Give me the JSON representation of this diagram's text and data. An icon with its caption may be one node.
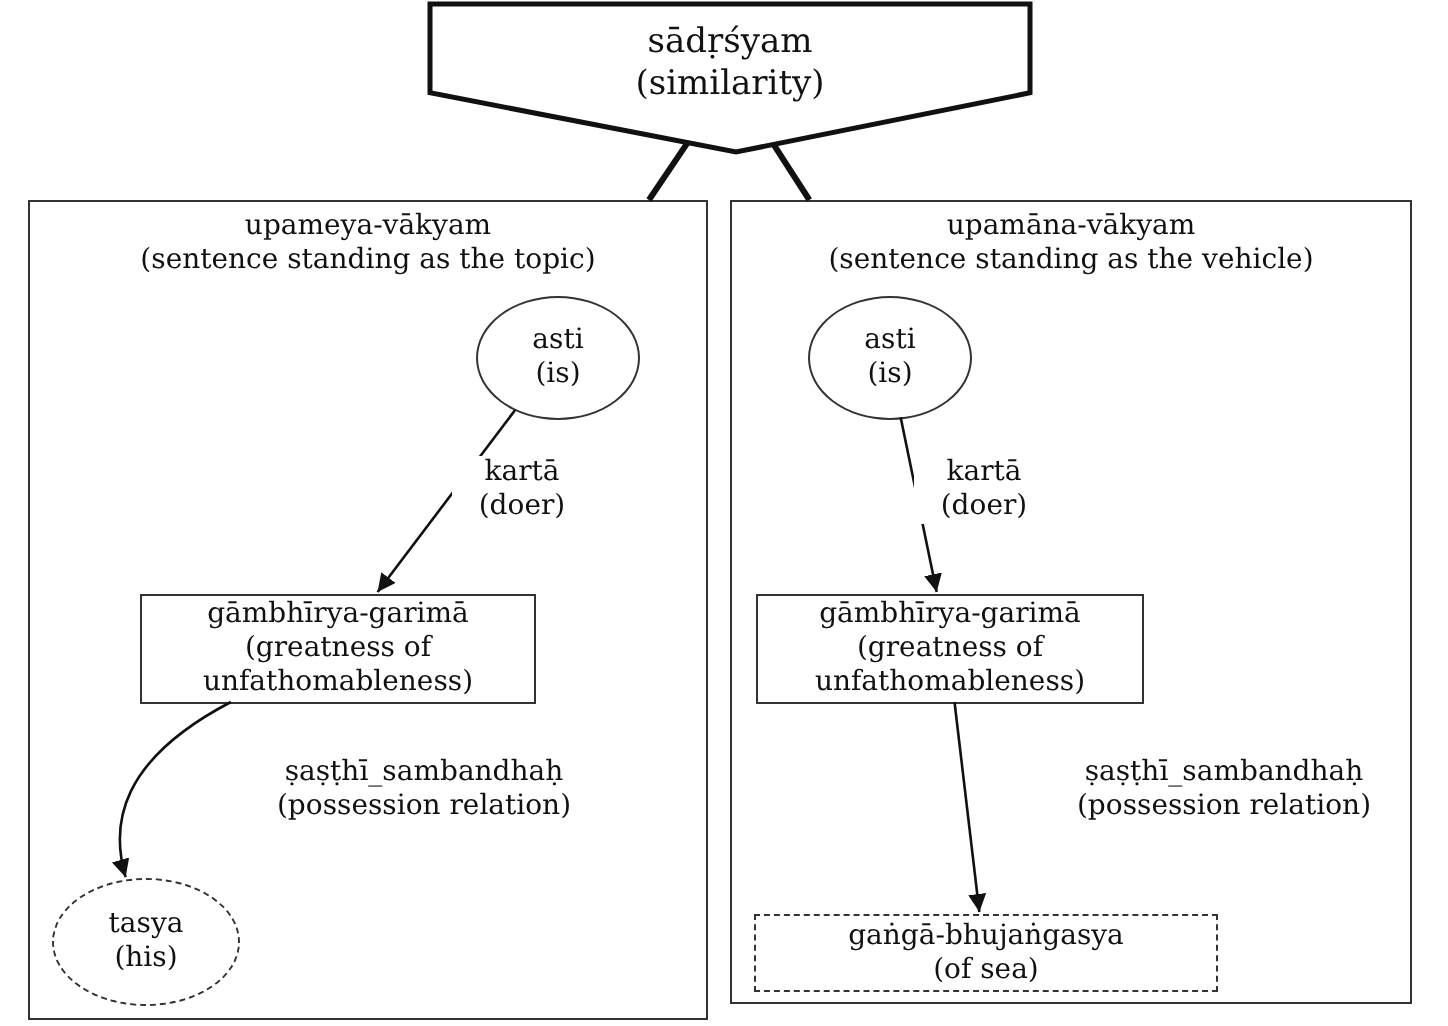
{
  "diagram": {
    "nodes": [
      {
        "text": [
          "sādṛśyam",
          "(similarity)"
        ]
      },
      {
        "text": [
          "upameya-vākyam",
          "(sentence standing as the topic)"
        ]
      },
      {
        "text": [
          "asti",
          "(is)"
        ],
        "in": 1
      },
      {
        "text": [
          "gāmbhīrya-garimā",
          "(greatness of unfathomableness)"
        ],
        "in": 1
      },
      {
        "text": [
          "tasya",
          "(his)"
        ],
        "in": 1
      },
      {
        "text": [
          "upamāna-vākyam",
          "(sentence standing as the vehicle)"
        ]
      },
      {
        "text": [
          "asti",
          "(is)"
        ],
        "in": 5
      },
      {
        "text": [
          "gāmbhīrya-garimā",
          "(greatness of unfathomableness)"
        ],
        "in": 5
      },
      {
        "text": [
          "gaṅgā-bhujaṅgasya",
          "(of sea)"
        ],
        "in": 5
      }
    ],
    "edges": [
      {
        "from": 0,
        "to": 1,
        "arrow": "none",
        "style": "thick"
      },
      {
        "from": 0,
        "to": 5,
        "arrow": "none",
        "style": "thick"
      },
      {
        "from": 2,
        "to": 3,
        "arrow": "to",
        "label": "kartā (doer)"
      },
      {
        "from": 3,
        "to": 4,
        "arrow": "to",
        "label": "ṣaṣṭhī_sambandhaḥ (possession relation)"
      },
      {
        "from": 6,
        "to": 7,
        "arrow": "to",
        "label": "kartā (doer)"
      },
      {
        "from": 7,
        "to": 8,
        "arrow": "to",
        "label": "ṣaṣṭhī_sambandhaḥ (possession relation)"
      }
    ]
  }
}
